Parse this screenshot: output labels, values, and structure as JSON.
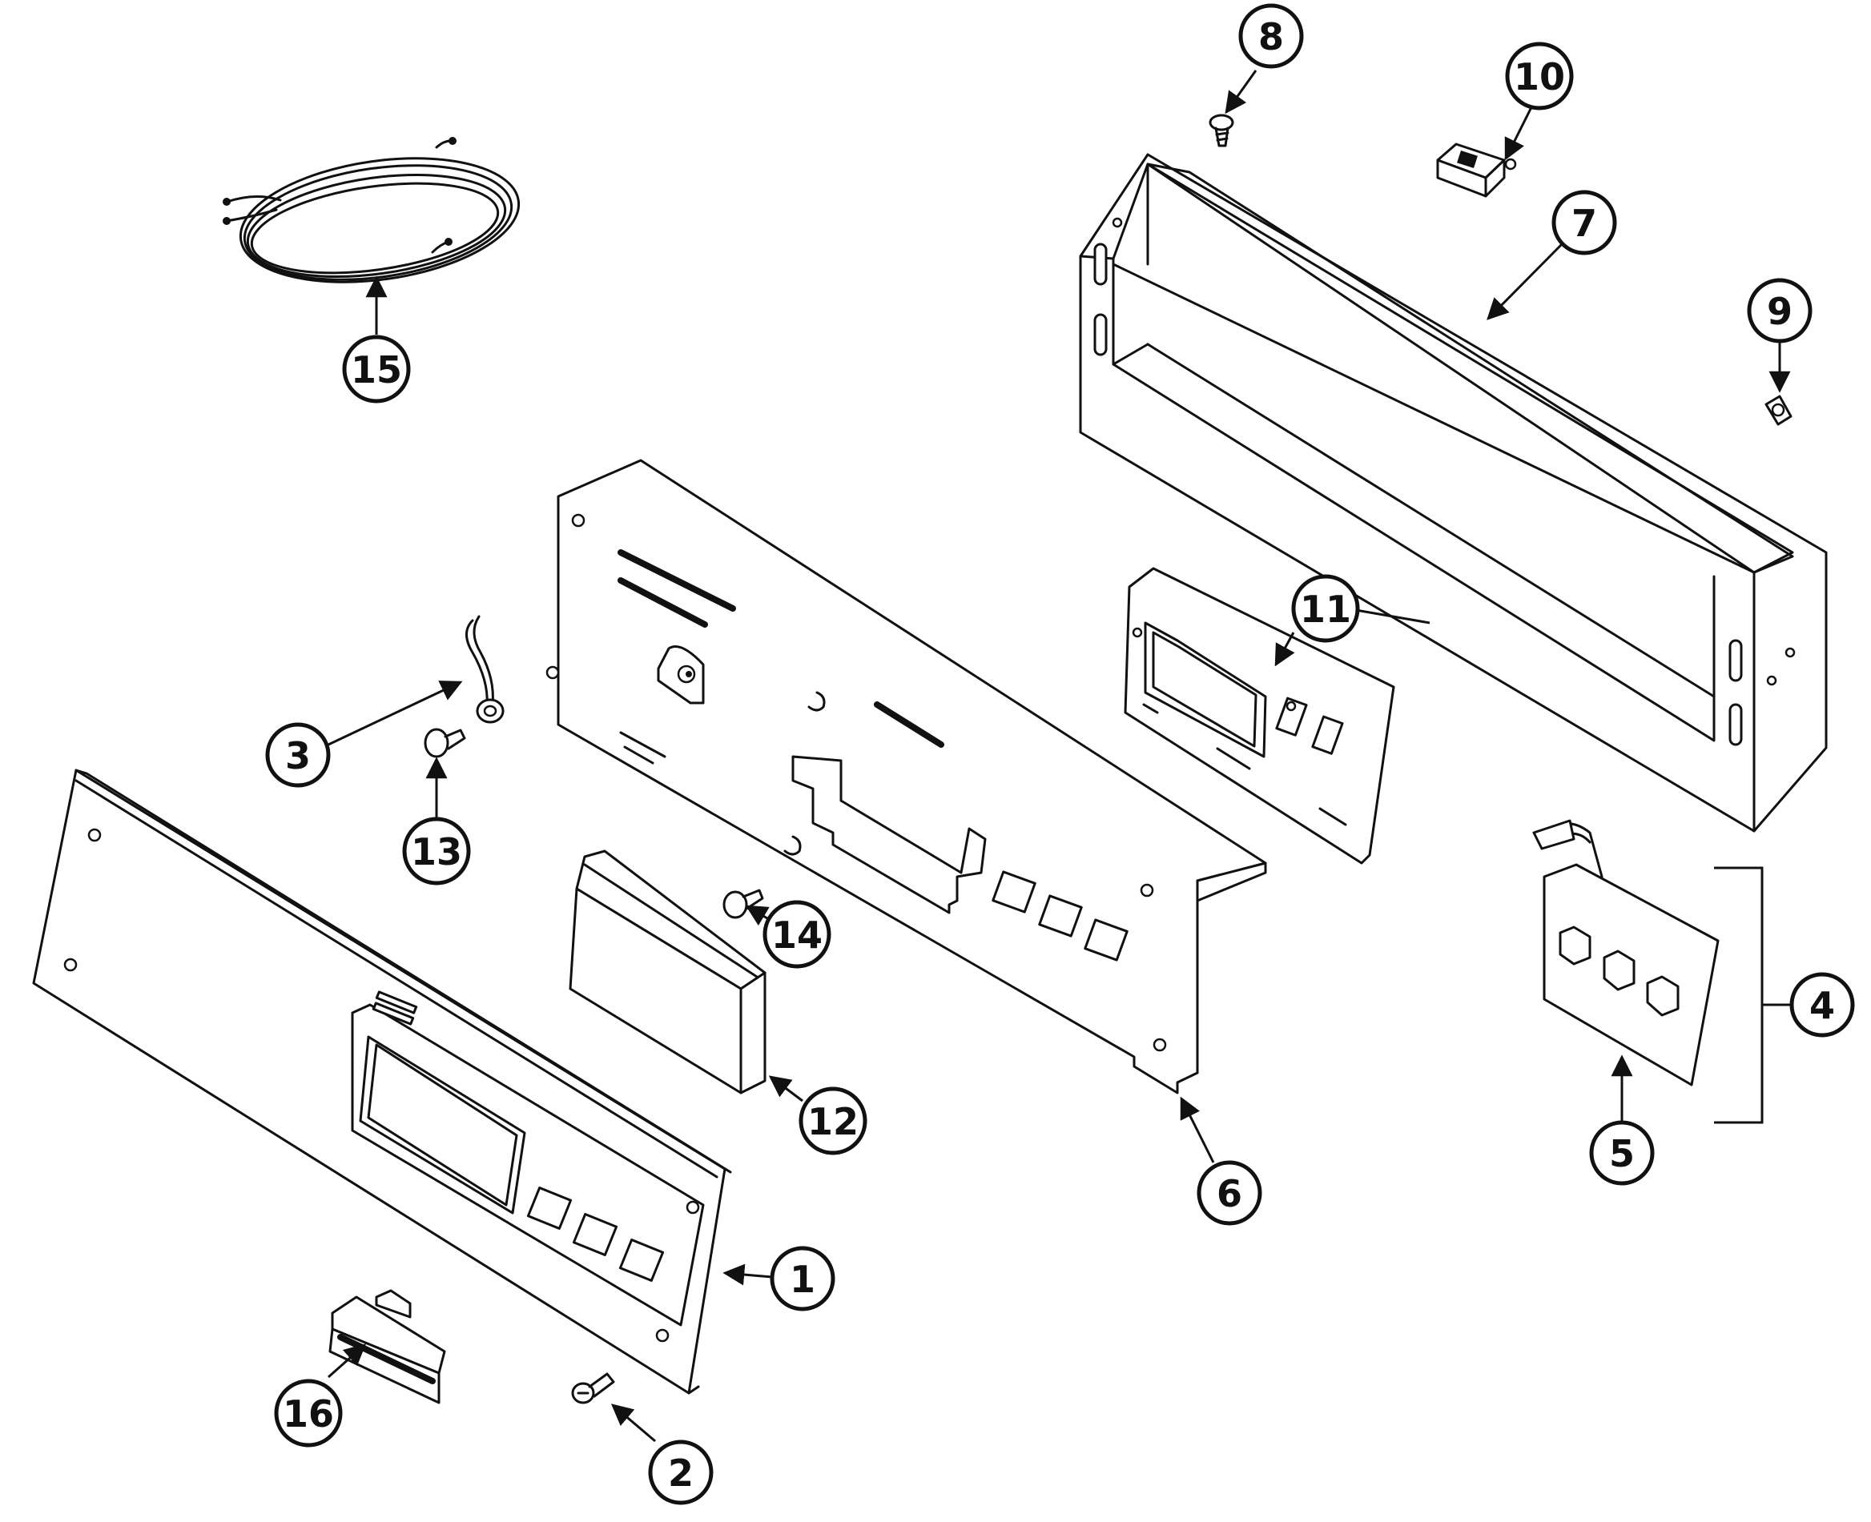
{
  "diagram": {
    "colors": {
      "ink": "#111111",
      "paper": "#ffffff"
    },
    "callouts": {
      "c1": "1",
      "c2": "2",
      "c3": "3",
      "c4": "4",
      "c5": "5",
      "c6": "6",
      "c7": "7",
      "c8": "8",
      "c9": "9",
      "c10": "10",
      "c11": "11",
      "c12": "12",
      "c13": "13",
      "c14": "14",
      "c15": "15",
      "c16": "16"
    }
  }
}
